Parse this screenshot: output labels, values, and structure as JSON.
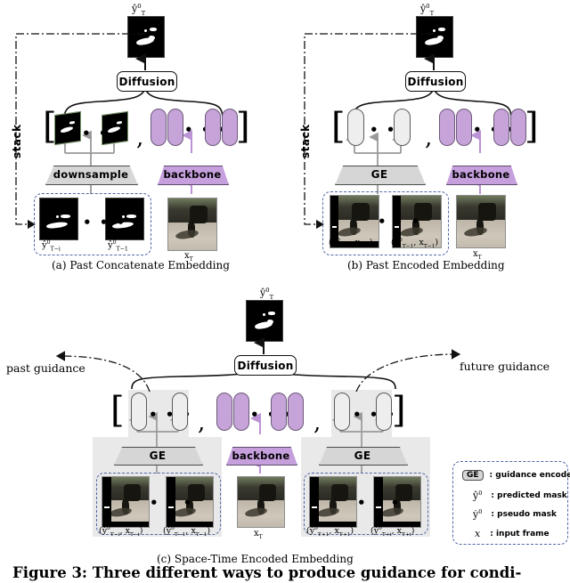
{
  "figure": {
    "caption": "Figure 3: Three different ways to produce guidance for condi-"
  },
  "panels": [
    {
      "id": "a",
      "caption": "(a) Past Concatenate Embedding",
      "output_label": "ŷ⁰T",
      "diffusion_label": "Diffusion",
      "stack_label": "stack",
      "left_branch_op": "downsample",
      "right_branch_op": "backbone",
      "input_labels": [
        "ŷ⁰T−i",
        "ŷ⁰T−1"
      ],
      "frame_label": "xT",
      "ellipsis": "• • •",
      "open_bracket": "[",
      "close_bracket": "]",
      "comma": ","
    },
    {
      "id": "b",
      "caption": "(b) Past Encoded Embedding",
      "output_label": "ŷ⁰T",
      "diffusion_label": "Diffusion",
      "stack_label": "stack",
      "left_branch_op": "GE",
      "right_branch_op": "backbone",
      "input_labels": [
        "(ŷ⁰T−i, xT−i)",
        "(ŷ⁰T−1, xT−1)"
      ],
      "frame_label": "xT",
      "ellipsis": "• • •",
      "open_bracket": "[",
      "close_bracket": "]",
      "comma": ","
    },
    {
      "id": "c",
      "caption": "(c) Space-Time Encoded Embedding",
      "output_label": "ŷ⁰T",
      "diffusion_label": "Diffusion",
      "past_guidance_label": "past guidance",
      "future_guidance_label": "future guidance",
      "left_branch_op": "GE",
      "middle_branch_op": "backbone",
      "right_branch_op": "GE",
      "past_input_labels": [
        "(ẏ⁰T−i, xT−i)",
        "(ẏ⁰T−1, xT−1)"
      ],
      "future_input_labels": [
        "(ẏ⁰T+1, xT+1)",
        "(ẏ⁰T+i, xT+i)"
      ],
      "frame_label": "xT",
      "ellipsis": "• • •",
      "open_bracket": "[",
      "close_bracket": "]",
      "comma": ","
    }
  ],
  "legend": {
    "items": [
      {
        "symbol": "GE",
        "symbol_kind": "chip",
        "text": ": guidance encoder"
      },
      {
        "symbol": "ŷ⁰",
        "symbol_kind": "math",
        "text": ": predicted mask"
      },
      {
        "symbol": "ẏ⁰",
        "symbol_kind": "math",
        "text": ": pseudo mask"
      },
      {
        "symbol": "x",
        "symbol_kind": "math",
        "text": ": input frame"
      }
    ]
  },
  "colors": {
    "purple": "#c6a3d9",
    "grey_fill": "#d6d6d6",
    "grey_panel": "#e9e9e9",
    "dashed_blue": "#5068a8",
    "mask_black": "#000000",
    "line_grey": "#9a9a9a"
  }
}
